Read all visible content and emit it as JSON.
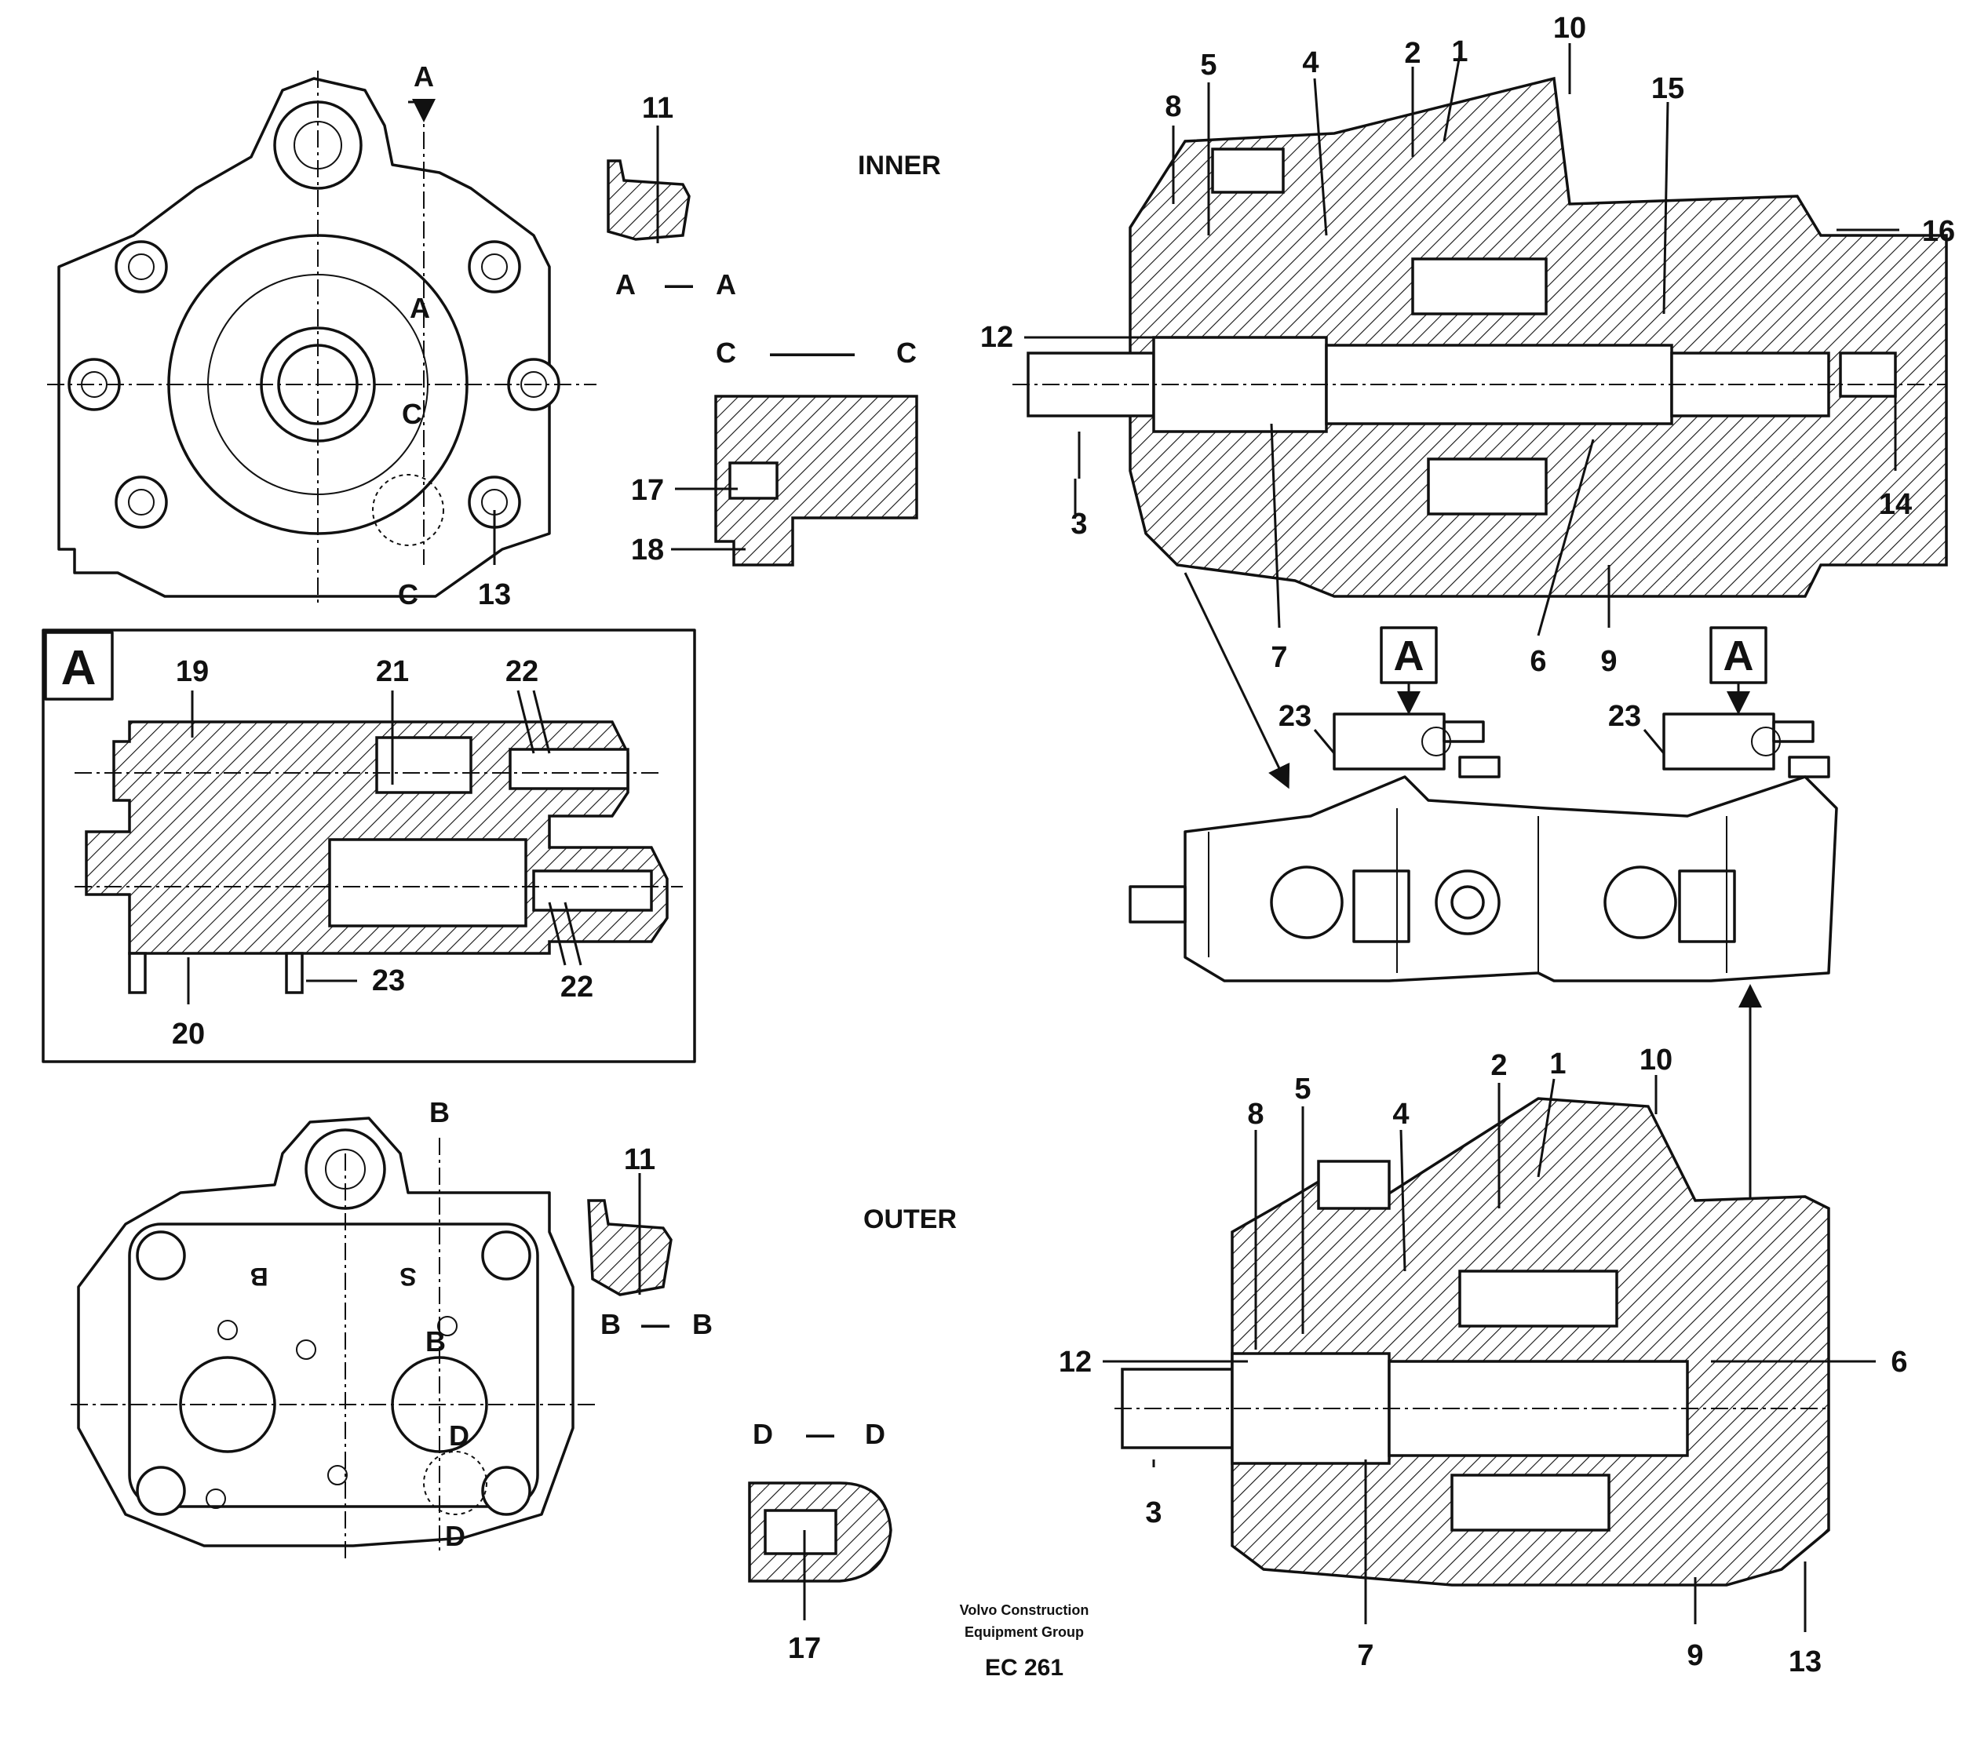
{
  "views": {
    "inner_title": "INNER",
    "outer_title": "OUTER"
  },
  "sections": {
    "aa": {
      "left": "A",
      "dash": "—",
      "right": "A"
    },
    "cc": {
      "left": "C",
      "dash": "———",
      "right": "C"
    },
    "bb": {
      "left": "B",
      "dash": "—",
      "right": "B"
    },
    "dd": {
      "left": "D",
      "dash": "—",
      "right": "D"
    }
  },
  "detail_box": {
    "letter": "A"
  },
  "flags": {
    "a1": "A",
    "a2": "A"
  },
  "footer": {
    "line1": "Volvo Construction",
    "line2": "Equipment Group",
    "code": "EC 261"
  },
  "labels": {
    "inner_front": {
      "a_top": "A",
      "a_mid": "A",
      "c_top": "C",
      "c_bottom": "C",
      "n13": "13"
    },
    "aa_detail": {
      "n11": "11"
    },
    "cc_detail": {
      "n17": "17",
      "n18": "18"
    },
    "inner_side": {
      "n1": "1",
      "n2": "2",
      "n3": "3",
      "n4": "4",
      "n5": "5",
      "n6": "6",
      "n7": "7",
      "n8": "8",
      "n9": "9",
      "n10": "10",
      "n12": "12",
      "n14": "14",
      "n15": "15",
      "n16": "16"
    },
    "detail_a": {
      "n19": "19",
      "n20": "20",
      "n21": "21",
      "n22_top": "22",
      "n22_bottom": "22",
      "n23": "23"
    },
    "assembly": {
      "n23_left": "23",
      "n23_right": "23"
    },
    "outer_front": {
      "b_top": "B",
      "b_mid": "B",
      "d_top": "D",
      "d_bottom": "D",
      "plate_b": "B",
      "plate_s": "S"
    },
    "bb_detail": {
      "n11": "11"
    },
    "dd_detail": {
      "n17": "17"
    },
    "outer_side": {
      "n1": "1",
      "n2": "2",
      "n3": "3",
      "n4": "4",
      "n5": "5",
      "n6": "6",
      "n7": "7",
      "n8": "8",
      "n9": "9",
      "n10": "10",
      "n12": "12",
      "n13": "13"
    }
  }
}
